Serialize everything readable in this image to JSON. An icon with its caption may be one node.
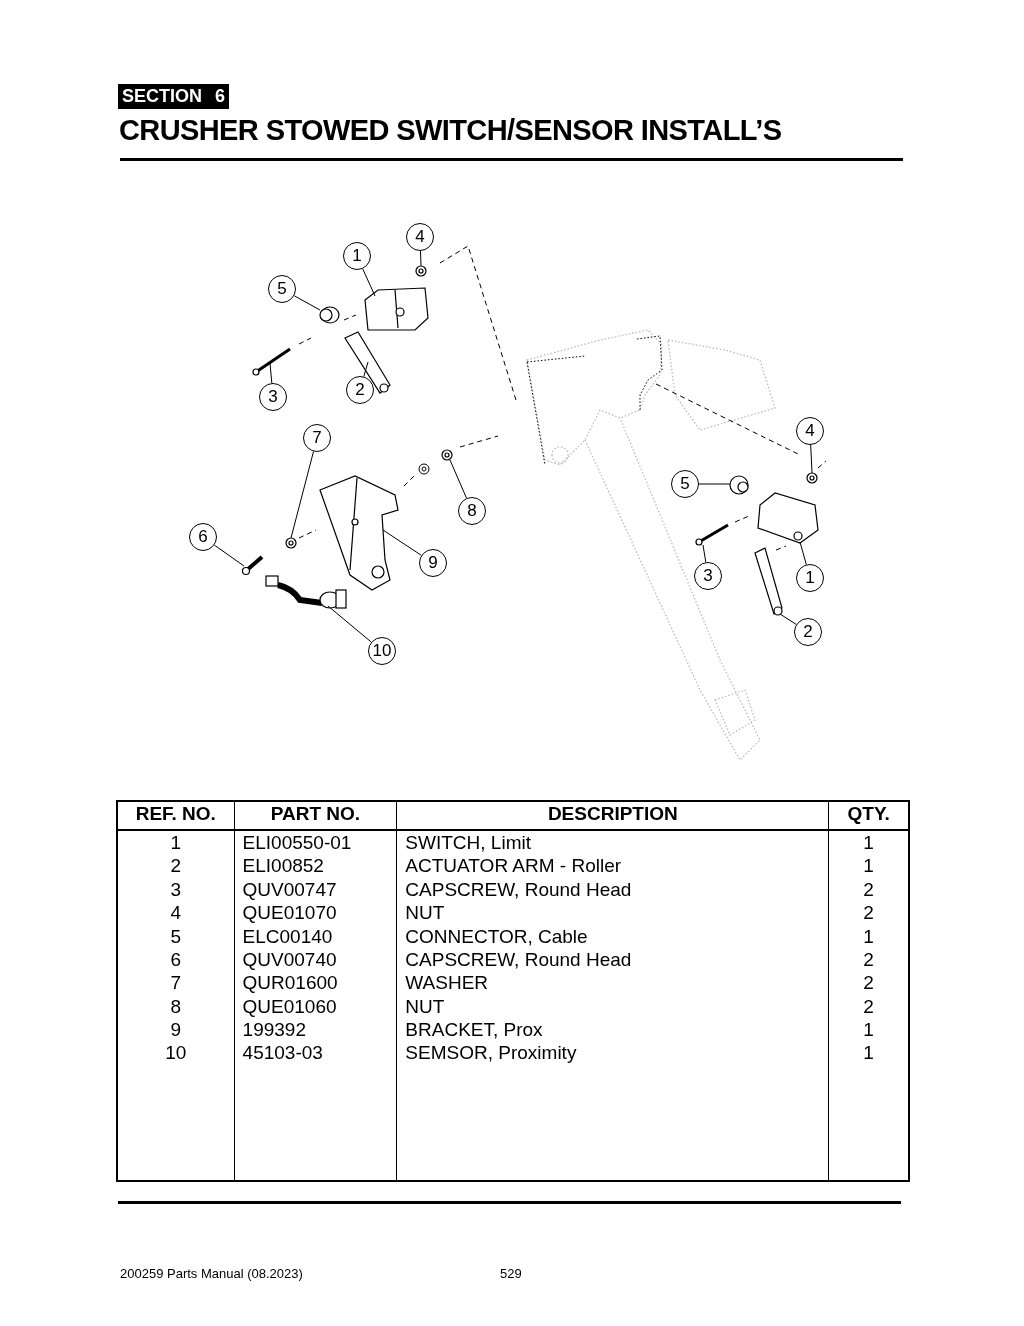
{
  "diagram": {
    "title": "CRUSHER STOWED SWITCH/SENSOR INSTALL’S",
    "nodes": [
      {
        "text": [
          "1"
        ]
      },
      {
        "text": [
          "2"
        ]
      },
      {
        "text": [
          "3"
        ]
      },
      {
        "text": [
          "4"
        ]
      },
      {
        "text": [
          "5"
        ]
      },
      {
        "text": [
          "6"
        ]
      },
      {
        "text": [
          "7"
        ]
      },
      {
        "text": [
          "8"
        ]
      },
      {
        "text": [
          "9"
        ]
      },
      {
        "text": [
          "10"
        ]
      },
      {
        "text": [
          "4"
        ]
      },
      {
        "text": [
          "5"
        ]
      },
      {
        "text": [
          "3"
        ]
      },
      {
        "text": [
          "1"
        ]
      },
      {
        "text": [
          "2"
        ]
      },
      {
        "text": [],
        "shape": "picture"
      },
      {
        "text": [],
        "shape": "picture"
      },
      {
        "text": [],
        "shape": "picture"
      },
      {
        "text": [],
        "shape": "picture"
      },
      {
        "text": [],
        "shape": "picture"
      },
      {
        "text": [],
        "shape": "picture"
      },
      {
        "text": [],
        "shape": "picture"
      },
      {
        "text": [],
        "shape": "picture"
      },
      {
        "text": [],
        "shape": "picture"
      },
      {
        "text": [],
        "shape": "picture"
      },
      {
        "text": [],
        "shape": "picture"
      },
      {
        "text": [],
        "shape": "picture"
      },
      {
        "text": [],
        "shape": "picture"
      },
      {
        "text": [],
        "shape": "picture"
      },
      {
        "text": [],
        "shape": "picture"
      }
    ],
    "edges": [
      {
        "from": 0,
        "to": 15,
        "arrow": "none"
      },
      {
        "from": 1,
        "to": 16,
        "arrow": "none"
      },
      {
        "from": 2,
        "to": 17,
        "arrow": "none"
      },
      {
        "from": 3,
        "to": 18,
        "arrow": "none"
      },
      {
        "from": 4,
        "to": 19,
        "arrow": "none"
      },
      {
        "from": 5,
        "to": 20,
        "arrow": "none"
      },
      {
        "from": 6,
        "to": 21,
        "arrow": "none"
      },
      {
        "from": 7,
        "to": 22,
        "arrow": "none"
      },
      {
        "from": 8,
        "to": 23,
        "arrow": "none"
      },
      {
        "from": 9,
        "to": 24,
        "arrow": "none"
      },
      {
        "from": 10,
        "to": 25,
        "arrow": "none"
      },
      {
        "from": 11,
        "to": 26,
        "arrow": "none"
      },
      {
        "from": 12,
        "to": 27,
        "arrow": "none"
      },
      {
        "from": 13,
        "to": 28,
        "arrow": "none"
      },
      {
        "from": 14,
        "to": 29,
        "arrow": "none"
      }
    ],
    "labels": [
      "SECTION 6",
      "REF. NO.",
      "PART NO.",
      "DESCRIPTION",
      "QTY.",
      "1",
      "ELI00550-01",
      "SWITCH, Limit",
      "1",
      "2",
      "ELI00852",
      "ACTUATOR ARM - Roller",
      "1",
      "3",
      "QUV00747",
      "CAPSCREW, Round Head",
      "2",
      "4",
      "QUE01070",
      "NUT",
      "2",
      "5",
      "ELC00140",
      "CONNECTOR, Cable",
      "1",
      "6",
      "QUV00740",
      "CAPSCREW, Round Head",
      "2",
      "7",
      "QUR01600",
      "WASHER",
      "2",
      "8",
      "QUE01060",
      "NUT",
      "2",
      "9",
      "199392",
      "BRACKET, Prox",
      "1",
      "10",
      "45103-03",
      "SEMSOR, Proximity",
      "1",
      "200259 Parts Manual (08.2023)",
      "529"
    ]
  }
}
